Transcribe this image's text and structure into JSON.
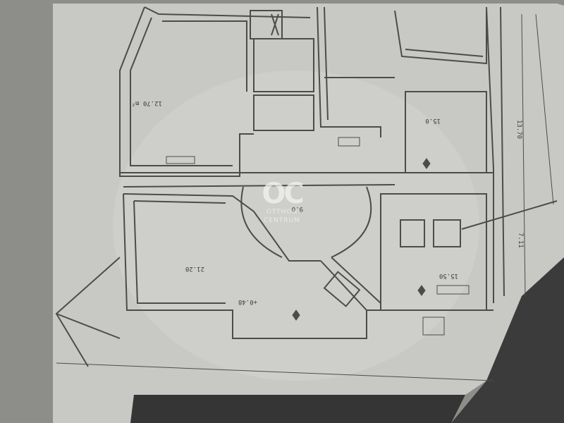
{
  "scene": {
    "subject": "photographed floor plan blueprint",
    "paper_color": "#c9c9c5",
    "ink_color": "#4a4a48",
    "background_color": "#8f8f8c",
    "shadow_color": "#3a3a3a"
  },
  "watermark": {
    "mark": "OC",
    "line1": "OTTHON",
    "line2": "CENTRUM",
    "color": "#f2f2f0"
  },
  "plan_labels": {
    "room_left_top_area": "12.70 m²",
    "room_right_area": "15.0",
    "hall_area": "9.0",
    "room_left_bottom_area": "21.20",
    "terrace_level": "+0.48",
    "right_bottom_area": "15.50",
    "dim_right_1": "13.70",
    "dim_right_2": "7.11"
  }
}
